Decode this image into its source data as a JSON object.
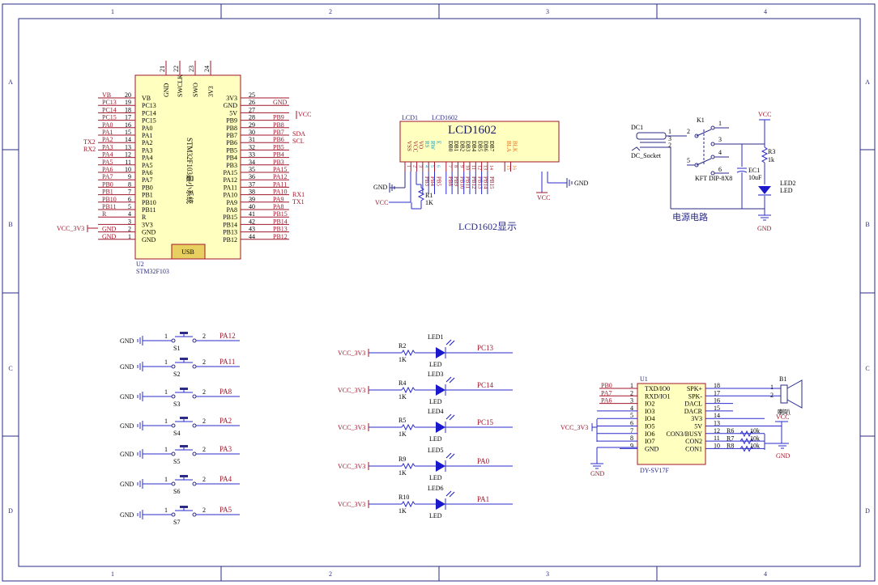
{
  "frame": {
    "cols_top": [
      "1",
      "2",
      "3",
      "4"
    ],
    "cols_bottom": [
      "1",
      "2",
      "3",
      "4"
    ],
    "rows_left": [
      "A",
      "B",
      "C",
      "D"
    ],
    "rows_right": [
      "A",
      "B",
      "C",
      "D"
    ]
  },
  "mcu": {
    "ref": "U2",
    "part": "STM32F103",
    "body_text": "STM32F103最小系统",
    "usb": "USB",
    "top_pins": [
      {
        "num": "21",
        "name": "GND"
      },
      {
        "num": "22",
        "name": "SWCLK"
      },
      {
        "num": "23",
        "name": "SWO"
      },
      {
        "num": "24",
        "name": "3V3"
      }
    ],
    "left_pins": [
      {
        "num": "20",
        "name": "VB",
        "net": "VB"
      },
      {
        "num": "19",
        "name": "PC13",
        "net": "PC13"
      },
      {
        "num": "18",
        "name": "PC14",
        "net": "PC14"
      },
      {
        "num": "17",
        "name": "PC15",
        "net": "PC15"
      },
      {
        "num": "16",
        "name": "PA0",
        "net": "PA0"
      },
      {
        "num": "15",
        "name": "PA1",
        "net": "PA1"
      },
      {
        "num": "14",
        "name": "PA2",
        "net": "PA2"
      },
      {
        "num": "13",
        "name": "PA3",
        "net": "PA3"
      },
      {
        "num": "12",
        "name": "PA4",
        "net": "PA4"
      },
      {
        "num": "11",
        "name": "PA5",
        "net": "PA5"
      },
      {
        "num": "10",
        "name": "PA6",
        "net": "PA6"
      },
      {
        "num": "9",
        "name": "PA7",
        "net": "PA7"
      },
      {
        "num": "8",
        "name": "PB0",
        "net": "PB0"
      },
      {
        "num": "7",
        "name": "PB1",
        "net": "PB1"
      },
      {
        "num": "6",
        "name": "PB10",
        "net": "PB10"
      },
      {
        "num": "5",
        "name": "PB11",
        "net": "PB11"
      },
      {
        "num": "4",
        "name": "R",
        "net": "R"
      },
      {
        "num": "3",
        "name": "3V3",
        "net": ""
      },
      {
        "num": "2",
        "name": "GND",
        "net": "GND"
      },
      {
        "num": "1",
        "name": "GND",
        "net": "GND"
      }
    ],
    "left_ext": {
      "TX2": "TX2",
      "RX2": "RX2",
      "VCC_3V3": "VCC_3V3"
    },
    "right_pins": [
      {
        "num": "25",
        "name": "3V3",
        "net": ""
      },
      {
        "num": "26",
        "name": "GND",
        "net": "GND"
      },
      {
        "num": "27",
        "name": "5V",
        "net": ""
      },
      {
        "num": "28",
        "name": "PB9",
        "net": "PB9"
      },
      {
        "num": "29",
        "name": "PB8",
        "net": "PB8"
      },
      {
        "num": "30",
        "name": "PB7",
        "net": "PB7"
      },
      {
        "num": "31",
        "name": "PB6",
        "net": "PB6"
      },
      {
        "num": "32",
        "name": "PB5",
        "net": "PB5"
      },
      {
        "num": "33",
        "name": "PB4",
        "net": "PB4"
      },
      {
        "num": "34",
        "name": "PB3",
        "net": "PB3"
      },
      {
        "num": "35",
        "name": "PA15",
        "net": "PA15"
      },
      {
        "num": "36",
        "name": "PA12",
        "net": "PA12"
      },
      {
        "num": "37",
        "name": "PA11",
        "net": "PA11"
      },
      {
        "num": "38",
        "name": "PA10",
        "net": "PA10"
      },
      {
        "num": "39",
        "name": "PA9",
        "net": "PA9"
      },
      {
        "num": "40",
        "name": "PA8",
        "net": "PA8"
      },
      {
        "num": "41",
        "name": "PB15",
        "net": "PB15"
      },
      {
        "num": "42",
        "name": "PB14",
        "net": "PB14"
      },
      {
        "num": "43",
        "name": "PB13",
        "net": "PB13"
      },
      {
        "num": "44",
        "name": "PB12",
        "net": "PB12"
      }
    ],
    "right_ext": {
      "VCC": "VCC",
      "SDA": "SDA",
      "SCL": "SCL",
      "RX1": "RX1",
      "TX1": "TX1"
    }
  },
  "lcd": {
    "ref": "LCD1",
    "part": "LCD1602",
    "title": "LCD1602",
    "caption": "LCD1602显示",
    "pins": [
      {
        "num": "1",
        "name": "VSS",
        "net": ""
      },
      {
        "num": "2",
        "name": "VCC",
        "net": ""
      },
      {
        "num": "3",
        "name": "VO",
        "net": ""
      },
      {
        "num": "4",
        "name": "RS",
        "net": "PB3"
      },
      {
        "num": "5",
        "name": "RW",
        "net": "PB4"
      },
      {
        "num": "6",
        "name": "E",
        "net": "PB5"
      },
      {
        "num": "7",
        "name": "DB0",
        "net": "PB8"
      },
      {
        "num": "8",
        "name": "DB1",
        "net": "PB9"
      },
      {
        "num": "9",
        "name": "DB2",
        "net": "PB10"
      },
      {
        "num": "10",
        "name": "DB3",
        "net": "PB11"
      },
      {
        "num": "11",
        "name": "DB4",
        "net": "PB12"
      },
      {
        "num": "12",
        "name": "DB5",
        "net": "PB13"
      },
      {
        "num": "13",
        "name": "DB6",
        "net": "PB14"
      },
      {
        "num": "14",
        "name": "DB7",
        "net": "PB15"
      },
      {
        "num": "15",
        "name": "BLA",
        "net": ""
      },
      {
        "num": "16",
        "name": "BLK",
        "net": ""
      }
    ],
    "gnd_left": "GND",
    "vcc_left": "VCC",
    "r1_ref": "R1",
    "r1_val": "1K",
    "vcc_bottom": "VCC",
    "gnd_right": "GND"
  },
  "power": {
    "dc_ref": "DC1",
    "dc_part": "DC_Socket",
    "dc_pins": [
      "1",
      "3",
      "2"
    ],
    "k_ref": "K1",
    "k_part": "KFT DIP-8X8",
    "k_pins": [
      "2",
      "1",
      "3",
      "4",
      "5",
      "6"
    ],
    "vcc": "VCC",
    "r3_ref": "R3",
    "r3_val": "1k",
    "ec_ref": "EC1",
    "ec_val": "10uF",
    "led_ref": "LED2",
    "led_part": "LED",
    "gnd": "GND",
    "caption": "电源电路"
  },
  "switches": [
    {
      "ref": "S1",
      "net": "PA12",
      "gnd": "GND",
      "p1": "1",
      "p2": "2"
    },
    {
      "ref": "S2",
      "net": "PA11",
      "gnd": "GND",
      "p1": "1",
      "p2": "2"
    },
    {
      "ref": "S3",
      "net": "PA8",
      "gnd": "GND",
      "p1": "1",
      "p2": "2"
    },
    {
      "ref": "S4",
      "net": "PA2",
      "gnd": "GND",
      "p1": "1",
      "p2": "2"
    },
    {
      "ref": "S5",
      "net": "PA3",
      "gnd": "GND",
      "p1": "1",
      "p2": "2"
    },
    {
      "ref": "S6",
      "net": "PA4",
      "gnd": "GND",
      "p1": "1",
      "p2": "2"
    },
    {
      "ref": "S7",
      "net": "PA5",
      "gnd": "GND",
      "p1": "1",
      "p2": "2"
    }
  ],
  "leds": [
    {
      "src": "VCC_3V3",
      "rref": "R2",
      "rval": "1K",
      "ref": "LED1",
      "part": "LED",
      "net": "PC13"
    },
    {
      "src": "VCC_3V3",
      "rref": "R4",
      "rval": "1K",
      "ref": "LED3",
      "part": "LED",
      "net": "PC14"
    },
    {
      "src": "VCC_3V3",
      "rref": "R5",
      "rval": "1K",
      "ref": "LED4",
      "part": "LED",
      "net": "PC15"
    },
    {
      "src": "VCC_3V3",
      "rref": "R9",
      "rval": "1K",
      "ref": "LED5",
      "part": "LED",
      "net": "PA0"
    },
    {
      "src": "VCC_3V3",
      "rref": "R10",
      "rval": "1K",
      "ref": "LED6",
      "part": "LED",
      "net": "PA1"
    }
  ],
  "audio": {
    "ref": "U1",
    "part": "DY-SV17F",
    "left_pins": [
      {
        "num": "1",
        "name": "TXD/IO0",
        "net": "PB0"
      },
      {
        "num": "2",
        "name": "RXD/IO1",
        "net": "PA7"
      },
      {
        "num": "3",
        "name": "IO2",
        "net": "PA6"
      },
      {
        "num": "4",
        "name": "IO3",
        "net": ""
      },
      {
        "num": "5",
        "name": "IO4",
        "net": ""
      },
      {
        "num": "6",
        "name": "IO5",
        "net": ""
      },
      {
        "num": "7",
        "name": "IO6",
        "net": ""
      },
      {
        "num": "8",
        "name": "IO7",
        "net": ""
      },
      {
        "num": "9",
        "name": "GND",
        "net": ""
      }
    ],
    "right_pins": [
      {
        "num": "18",
        "name": "SPK+"
      },
      {
        "num": "17",
        "name": "SPK-"
      },
      {
        "num": "16",
        "name": "DACL"
      },
      {
        "num": "15",
        "name": "DACR"
      },
      {
        "num": "14",
        "name": "3V3"
      },
      {
        "num": "13",
        "name": "5V"
      },
      {
        "num": "12",
        "name": "CON3/BUSY"
      },
      {
        "num": "11",
        "name": "CON2"
      },
      {
        "num": "10",
        "name": "CON1"
      }
    ],
    "resistors": [
      {
        "ref": "R6",
        "val": "10k"
      },
      {
        "ref": "R7",
        "val": "10k"
      },
      {
        "ref": "R8",
        "val": "10k"
      }
    ],
    "vcc3v3": "VCC_3V3",
    "gnd_left": "GND",
    "vcc": "VCC",
    "gnd_right": "GND",
    "spk_ref": "B1",
    "spk_part": "喇叭",
    "spk_pins": [
      "1",
      "2"
    ]
  }
}
